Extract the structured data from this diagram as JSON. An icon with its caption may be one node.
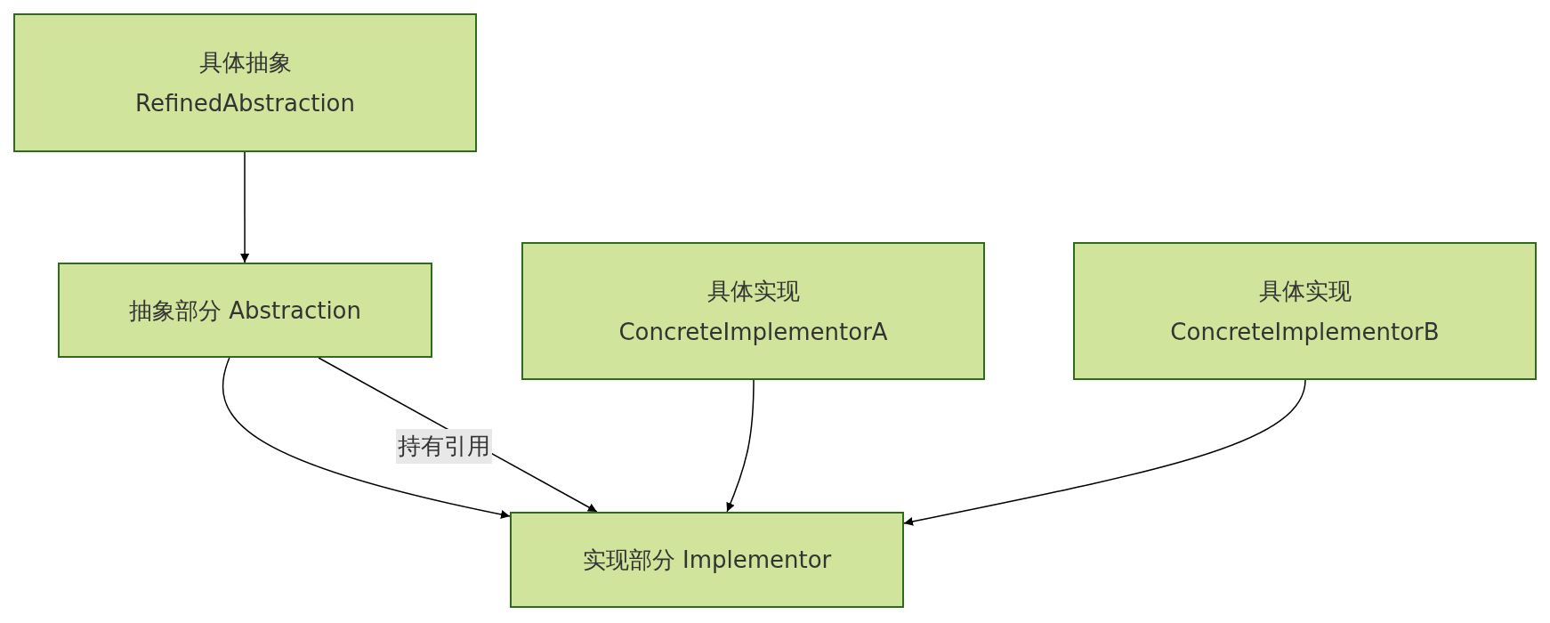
{
  "diagram": {
    "nodes": [
      {
        "text": [
          "具体抽象",
          "RefinedAbstraction"
        ]
      },
      {
        "text": [
          "抽象部分 Abstraction"
        ]
      },
      {
        "text": [
          "具体实现",
          "ConcreteImplementorA"
        ]
      },
      {
        "text": [
          "具体实现",
          "ConcreteImplementorB"
        ]
      },
      {
        "text": [
          "实现部分 Implementor"
        ]
      }
    ],
    "edges": [
      {
        "from": 0,
        "to": 1,
        "arrow": "to"
      },
      {
        "from": 1,
        "to": 4,
        "arrow": "to"
      },
      {
        "from": 1,
        "to": 4,
        "arrow": "to",
        "label": "持有引用"
      },
      {
        "from": 2,
        "to": 4,
        "arrow": "to"
      },
      {
        "from": 3,
        "to": 4,
        "arrow": "to"
      }
    ]
  }
}
